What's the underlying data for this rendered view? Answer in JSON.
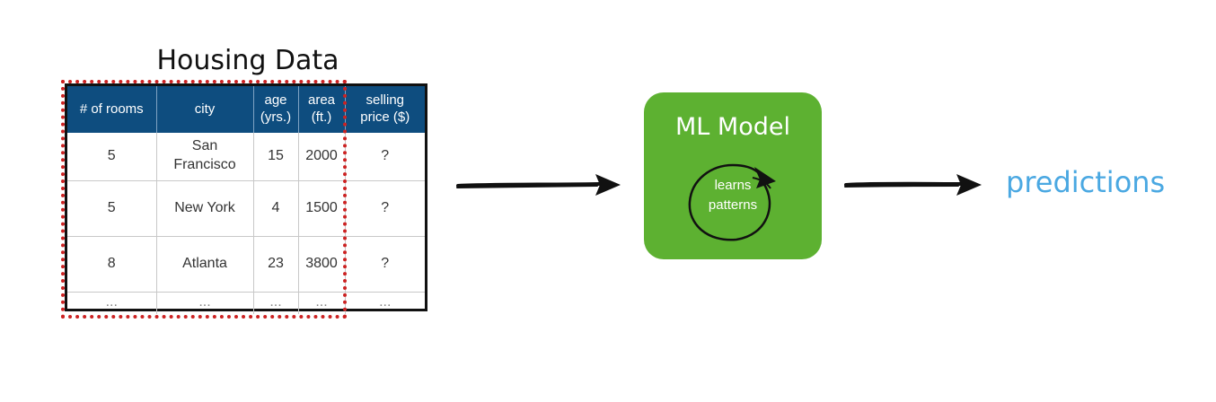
{
  "table": {
    "title": "Housing Data",
    "columns": [
      "# of rooms",
      "city",
      "age\n(yrs.)",
      "area\n(ft.)",
      "selling\nprice ($)"
    ],
    "rows": [
      [
        "5",
        "San\nFrancisco",
        "15",
        "2000",
        "?"
      ],
      [
        "5",
        "New York",
        "4",
        "1500",
        "?"
      ],
      [
        "8",
        "Atlanta",
        "23",
        "3800",
        "?"
      ],
      [
        "...",
        "...",
        "...",
        "...",
        "..."
      ]
    ]
  },
  "model": {
    "title": "ML Model",
    "subtitle_line1": "learns",
    "subtitle_line2": "patterns"
  },
  "output": {
    "label": "predictions"
  },
  "colors": {
    "header_bg": "#0e4d7f",
    "highlight_border": "#cc2222",
    "model_bg": "#5db131",
    "output_text": "#4aa8e2"
  }
}
